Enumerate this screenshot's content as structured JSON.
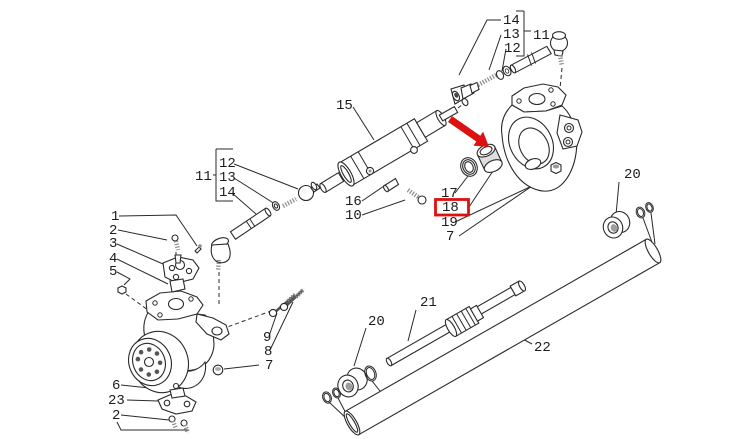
{
  "diagram": {
    "kind": "exploded-parts-diagram",
    "background": "#ffffff",
    "line_color": "#2a2a2a",
    "highlight_color": "#dd1111",
    "red_boxed_label": "18",
    "red_arrow_present": true
  },
  "labels": {
    "tr14": "14",
    "tr13": "13",
    "tr11": "11",
    "tr12": "12",
    "cyl15": "15",
    "lt11": "11",
    "lt12": "12",
    "lt13": "13",
    "lt14": "14",
    "p16": "16",
    "p10": "10",
    "p17": "17",
    "p18": "18",
    "p19": "19",
    "p7mid": "7",
    "p1": "1",
    "p2": "2",
    "p3": "3",
    "p4": "4",
    "p5": "5",
    "p9": "9",
    "p8": "8",
    "p7left": "7",
    "p6": "6",
    "p23": "23",
    "p2b": "2",
    "p20a": "20",
    "p21": "21",
    "p22": "22",
    "p20b": "20"
  }
}
